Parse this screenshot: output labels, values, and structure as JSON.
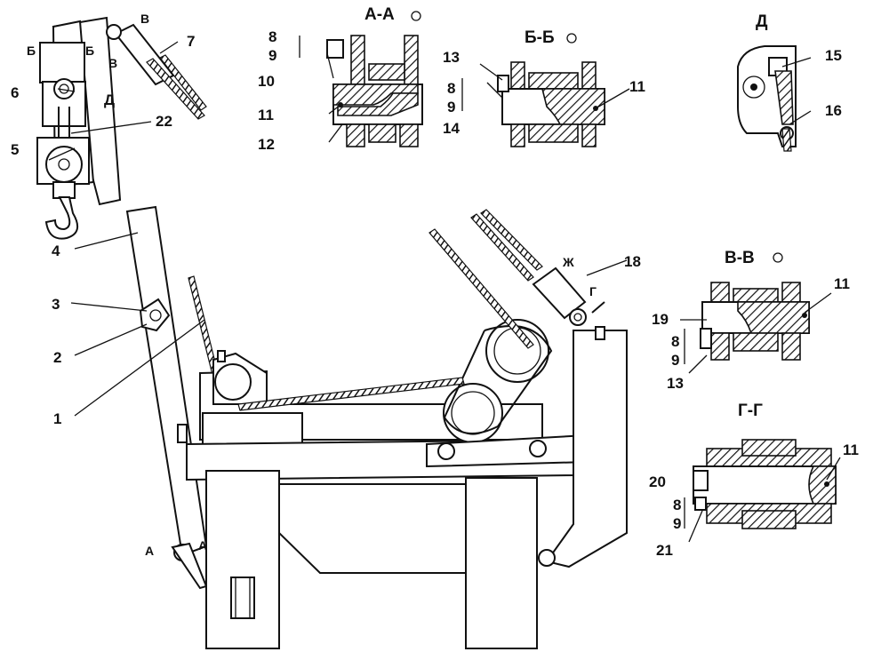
{
  "figure": {
    "section_titles": {
      "aa": "А-А",
      "bb": "Б-Б",
      "vv": "В-В",
      "gg": "Г-Г",
      "d": "Д"
    },
    "section_marks": {
      "a": "А",
      "b": "Б",
      "v": "В",
      "g": "Г",
      "d": "Д",
      "zh": "Ж"
    },
    "part_numbers": [
      "1",
      "2",
      "3",
      "4",
      "5",
      "6",
      "7",
      "8",
      "9",
      "10",
      "11",
      "12",
      "13",
      "14",
      "15",
      "16",
      "18",
      "19",
      "20",
      "21",
      "22"
    ]
  }
}
